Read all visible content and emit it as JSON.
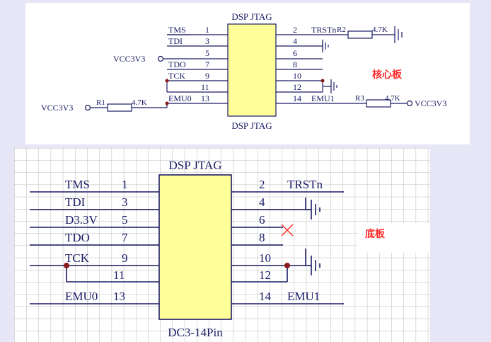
{
  "core_board": {
    "title_top": "DSP JTAG",
    "title_bottom": "DSP JTAG",
    "tag": "核心板",
    "left_pins": [
      {
        "name": "TMS",
        "num": "1"
      },
      {
        "name": "TDI",
        "num": "3"
      },
      {
        "name": "",
        "num": "5"
      },
      {
        "name": "TDO",
        "num": "7"
      },
      {
        "name": "TCK",
        "num": "9"
      },
      {
        "name": "",
        "num": "11"
      },
      {
        "name": "EMU0",
        "num": "13"
      }
    ],
    "right_pins": [
      {
        "num": "2",
        "name": "TRSTn"
      },
      {
        "num": "4",
        "name": ""
      },
      {
        "num": "6",
        "name": ""
      },
      {
        "num": "8",
        "name": ""
      },
      {
        "num": "10",
        "name": ""
      },
      {
        "num": "12",
        "name": ""
      },
      {
        "num": "14",
        "name": "EMU1"
      }
    ],
    "vcc_pin5": "VCC3V3",
    "vcc_left": "VCC3V3",
    "vcc_right": "VCC3V3",
    "r1": {
      "ref": "R1",
      "value": "4.7K"
    },
    "r2": {
      "ref": "R2",
      "value": "4.7K"
    },
    "r3": {
      "ref": "R3",
      "value": "4.7K"
    }
  },
  "base_board": {
    "title": "DSP JTAG",
    "part": "DC3-14Pin",
    "tag": "底板",
    "left_pins": [
      {
        "name": "TMS",
        "num": "1"
      },
      {
        "name": "TDI",
        "num": "3"
      },
      {
        "name": "D3.3V",
        "num": "5"
      },
      {
        "name": "TDO",
        "num": "7"
      },
      {
        "name": "TCK",
        "num": "9"
      },
      {
        "name": "",
        "num": "11"
      },
      {
        "name": "EMU0",
        "num": "13"
      }
    ],
    "right_pins": [
      {
        "num": "2",
        "name": "TRSTn"
      },
      {
        "num": "4",
        "name": ""
      },
      {
        "num": "6",
        "name": ""
      },
      {
        "num": "8",
        "name": ""
      },
      {
        "num": "10",
        "name": ""
      },
      {
        "num": "12",
        "name": ""
      },
      {
        "num": "14",
        "name": "EMU1"
      }
    ]
  },
  "colors": {
    "wire": "#1a1a66",
    "background": "#e6e6f6",
    "panel": "#ffffff",
    "junction": "#8b1a1a",
    "accent": "#ff2a2a",
    "grid": "#b9b9b9"
  }
}
